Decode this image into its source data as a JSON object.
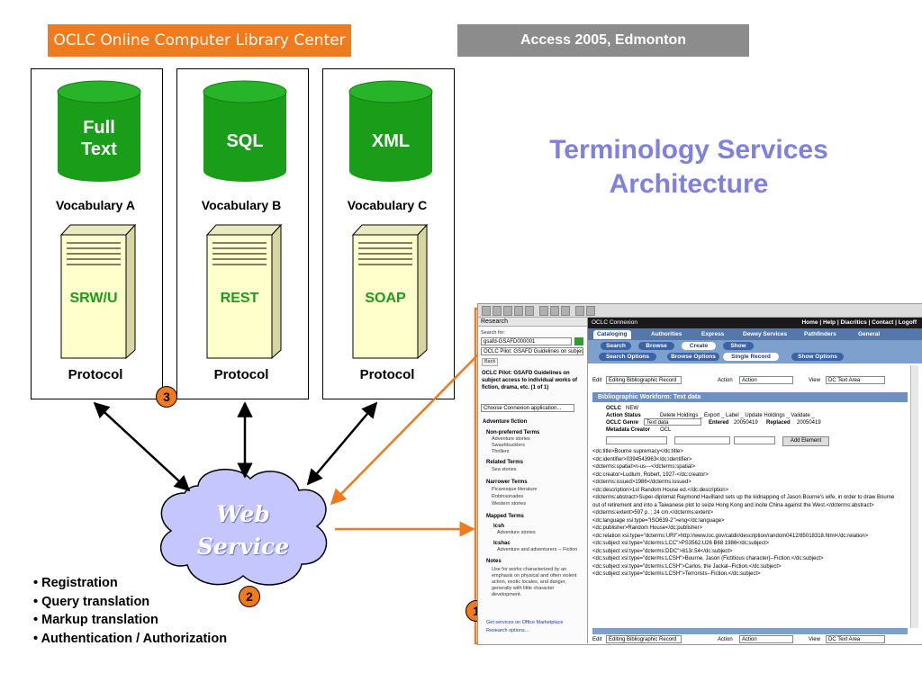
{
  "header": {
    "oclc_banner": "OCLC Online Computer Library Center",
    "event_banner": "Access 2005, Edmonton"
  },
  "title": {
    "line1": "Terminology Services",
    "line2": "Architecture"
  },
  "vocabularies": [
    {
      "db_line1": "Full",
      "db_line2": "Text",
      "vocab_label": "Vocabulary A",
      "server_label": "SRW/U",
      "protocol_label": "Protocol"
    },
    {
      "db_line1": "SQL",
      "db_line2": "",
      "vocab_label": "Vocabulary B",
      "server_label": "REST",
      "protocol_label": "Protocol"
    },
    {
      "db_line1": "XML",
      "db_line2": "",
      "vocab_label": "Vocabulary C",
      "server_label": "SOAP",
      "protocol_label": "Protocol"
    }
  ],
  "web_service": {
    "line1": "Web",
    "line2": "Service"
  },
  "callouts": {
    "one": "1",
    "two": "2",
    "three": "3"
  },
  "functions": [
    "Registration",
    "Query translation",
    "Markup translation",
    "Authentication / Authorization"
  ],
  "colors": {
    "orange": "#f07a1c",
    "green": "#1a9e1a",
    "cloud": "#c6c6ff",
    "title": "#8080e0",
    "server": "#ffffcc"
  },
  "screenshot": {
    "research_pane": {
      "header": "Research",
      "search_for_label": "Search for:",
      "search_value": "gsafd-GSAFD000001",
      "source_value": "OCLC Pilot: GSAFD Guidelines on subject acc",
      "back_label": "Back",
      "result_title": "OCLC Pilot: GSAFD Guidelines on subject access to individual works of fiction, drama, etc. (1 of 1)",
      "app_select": "Choose Connexion application...",
      "term": "Adventure fiction",
      "sections": [
        {
          "heading": "Non-preferred Terms",
          "items": [
            "Adventure stories",
            "Swashbucklers",
            "Thrillers"
          ]
        },
        {
          "heading": "Related Terms",
          "items": [
            "Sea stories"
          ]
        },
        {
          "heading": "Narrower Terms",
          "items": [
            "Picaresque literature",
            "Robinsonades",
            "Western stories"
          ]
        },
        {
          "heading": "Mapped Terms",
          "items": [
            "lcsh",
            "Adventure stories",
            "lcshac",
            "Adventure and adventurers -- Fiction"
          ]
        },
        {
          "heading": "Notes",
          "items": [
            "Use for works characterized by an emphasis on physical and often violent action, exotic locales, and danger, generally with little character development."
          ]
        }
      ],
      "footer_links": [
        "Get services on Office Marketplace",
        "Research options..."
      ]
    },
    "app": {
      "top_bar_left": "OCLC Connexion",
      "top_bar_right": "Home | Help | Diacritics | Contact | Logoff",
      "tabs": [
        "Cataloging",
        "Authorities",
        "Express",
        "Dewey Services",
        "Pathfinders",
        "General"
      ],
      "nav_pills": [
        "Search",
        "Browse",
        "Create",
        "Show"
      ],
      "nav_selects": [
        "Search Options",
        "Browse Options",
        "Single Record",
        "Show Options"
      ],
      "edit_label": "Edit",
      "edit_value": "Editing Bibliographic Record",
      "action_label": "Action",
      "action_value": "Action",
      "view_label": "View",
      "view_value": "DC Text Area",
      "workform_title": "Bibliographic Workform: Text data",
      "fields": {
        "oclc_label": "OCLC",
        "oclc_value": "NEW",
        "action_status_label": "Action Status",
        "action_status_value": "Delete Holdings _  Export _  Label _  Update Holdings _  Validate _",
        "genre_label": "OCLC Genre",
        "genre_value": "Text data",
        "entered_label": "Entered",
        "entered_value": "20050419",
        "replaced_label": "Replaced",
        "replaced_value": "20050419",
        "metadata_label": "Metadata Creator",
        "metadata_value": "OCL",
        "add_element": "Add Element"
      },
      "xml_lines": [
        "<dc:title>Bourne supremacy</dc:title>",
        "<dc:identifier>0394543963</dc:identifier>",
        "<dcterms:spatial>n-us---</dcterms:spatial>",
        "<dc:creator>Ludlum, Robert, 1927-</dc:creator>",
        "<dcterms:issued>1986</dcterms:issued>",
        "<dc:description>1st Random House ed.</dc:description>",
        "<dcterms:abstract>Super-diplomat Raymond Havilland sets up the kidnapping of Jason Bourne's wife, in order to draw Bourne out of retirement and into a Taiwanese plot to seize Hong Kong and incite China against the West.</dcterms:abstract>",
        "<dcterms:extent>597 p. ; 24 cm.</dcterms:extent>",
        "<dc:language xsi:type=\"ISO639-2\">eng</dc:language>",
        "<dc:publisher>Random House</dc:publisher>",
        "<dc:relation xsi:type=\"dcterms:URI\">http://www.loc.gov/catdir/description/random0412/85018318.html</dc:relation>",
        "<dc:subject xsi:type=\"dcterms:LCC\">PS3562.U26 B68 1986</dc:subject>",
        "<dc:subject xsi:type=\"dcterms:DDC\">813/.54</dc:subject>",
        "<dc:subject xsi:type=\"dcterms:LCSH\">Bourne, Jason (Fictitious character)--Fiction.</dc:subject>",
        "<dc:subject xsi:type=\"dcterms:LCSH\">Carlos, the Jackal--Fiction.</dc:subject>",
        "<dc:subject xsi:type=\"dcterms:LCSH\">Terrorists--Fiction.</dc:subject>"
      ]
    }
  }
}
